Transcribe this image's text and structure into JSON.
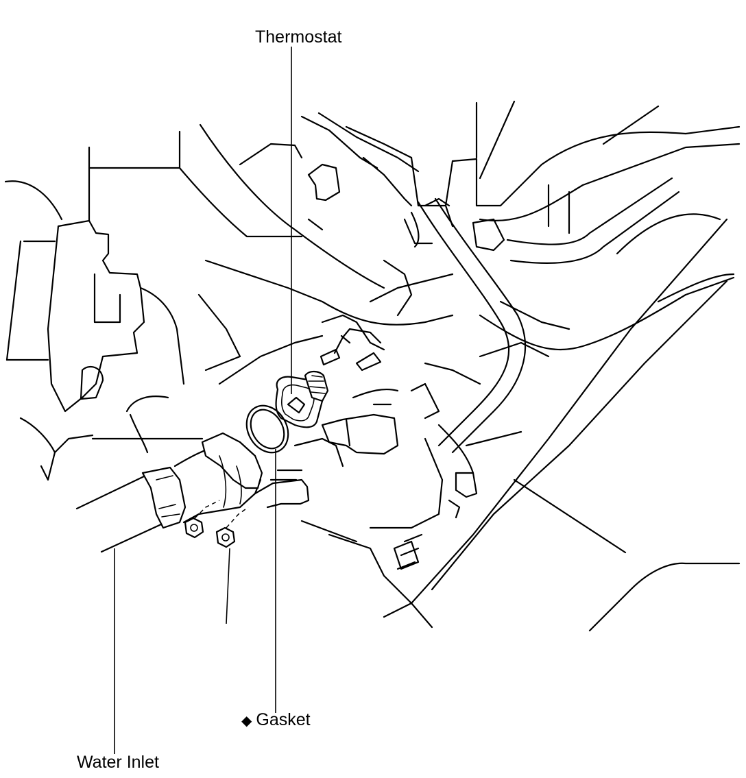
{
  "diagram": {
    "labels": {
      "thermostat": "Thermostat",
      "gasket_symbol": "◆",
      "gasket": "Gasket",
      "water_inlet": "Water Inlet"
    },
    "colors": {
      "line": "#000000",
      "background": "#ffffff"
    }
  }
}
